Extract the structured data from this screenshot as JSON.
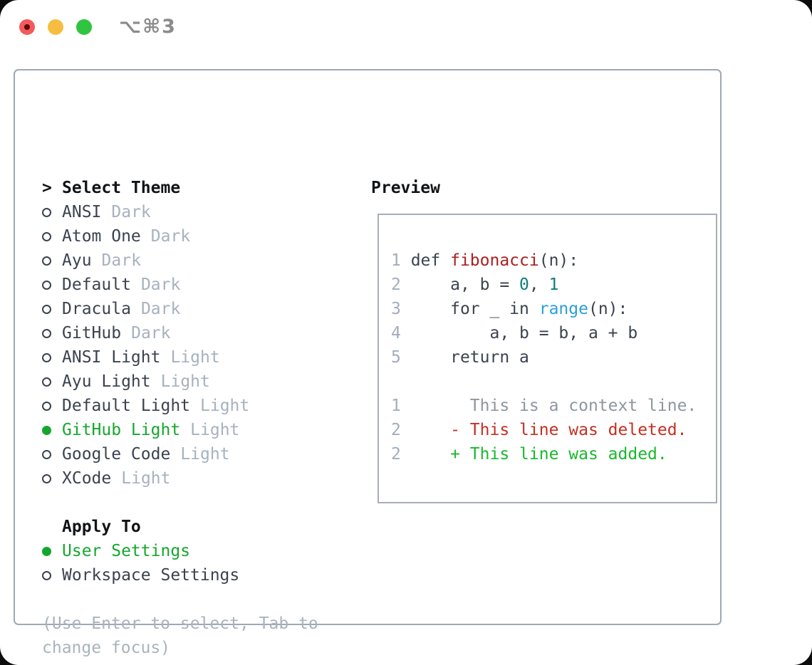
{
  "window": {
    "title": "⌥⌘3",
    "traffic_lights": {
      "close": "close",
      "minimize": "minimize",
      "zoom": "zoom"
    }
  },
  "theme_panel": {
    "header": {
      "cursor": ">",
      "label": "Select Theme"
    },
    "themes": [
      {
        "name": "ANSI",
        "variant": "Dark",
        "selected": false
      },
      {
        "name": "Atom One",
        "variant": "Dark",
        "selected": false
      },
      {
        "name": "Ayu",
        "variant": "Dark",
        "selected": false
      },
      {
        "name": "Default",
        "variant": "Dark",
        "selected": false
      },
      {
        "name": "Dracula",
        "variant": "Dark",
        "selected": false
      },
      {
        "name": "GitHub",
        "variant": "Dark",
        "selected": false
      },
      {
        "name": "ANSI Light",
        "variant": "Light",
        "selected": false
      },
      {
        "name": "Ayu Light",
        "variant": "Light",
        "selected": false
      },
      {
        "name": "Default Light",
        "variant": "Light",
        "selected": false
      },
      {
        "name": "GitHub Light",
        "variant": "Light",
        "selected": true
      },
      {
        "name": "Google Code",
        "variant": "Light",
        "selected": false
      },
      {
        "name": "XCode",
        "variant": "Light",
        "selected": false
      }
    ],
    "apply_to": {
      "header": "Apply To",
      "options": [
        {
          "label": "User Settings",
          "selected": true
        },
        {
          "label": "Workspace Settings",
          "selected": false
        }
      ]
    },
    "hint_lines": [
      "(Use Enter to select, Tab to",
      "change focus)"
    ]
  },
  "preview": {
    "header": "Preview",
    "code_lines": [
      [
        {
          "t": "1 ",
          "c": "num"
        },
        {
          "t": "def ",
          "c": "plain"
        },
        {
          "t": "fibonacci",
          "c": "func"
        },
        {
          "t": "(n):",
          "c": "plain"
        }
      ],
      [
        {
          "t": "2 ",
          "c": "num"
        },
        {
          "t": "    a, b = ",
          "c": "plain"
        },
        {
          "t": "0",
          "c": "number"
        },
        {
          "t": ", ",
          "c": "plain"
        },
        {
          "t": "1",
          "c": "number"
        }
      ],
      [
        {
          "t": "3 ",
          "c": "num"
        },
        {
          "t": "    for _ in ",
          "c": "plain"
        },
        {
          "t": "range",
          "c": "builtin"
        },
        {
          "t": "(n):",
          "c": "plain"
        }
      ],
      [
        {
          "t": "4 ",
          "c": "num"
        },
        {
          "t": "        a, b = b, a + b",
          "c": "plain"
        }
      ],
      [
        {
          "t": "5 ",
          "c": "num"
        },
        {
          "t": "    return a",
          "c": "plain"
        }
      ],
      [],
      [
        {
          "t": "1 ",
          "c": "num"
        },
        {
          "t": "      This is a context line.",
          "c": "ctx"
        }
      ],
      [
        {
          "t": "2 ",
          "c": "num"
        },
        {
          "t": "    - This line was deleted.",
          "c": "del"
        }
      ],
      [
        {
          "t": "2 ",
          "c": "num"
        },
        {
          "t": "    + This line was added.",
          "c": "add"
        }
      ]
    ]
  },
  "colors": {
    "trafficRed": "#f4595b",
    "trafficRedDot": "#5c0902",
    "trafficYellow": "#f5be40",
    "trafficGreen": "#30c441",
    "titleGray": "#8b8b8b",
    "panelBorder": "#9ea8b3",
    "boxBorder": "#a8aeb9",
    "headerBlack": "#111417",
    "nameDark": "#3b434f",
    "variantGray": "#a7b1bf",
    "selectedGreen": "#15a72d",
    "hintGray": "#a9b3bd",
    "lineNum": "#a2adbc",
    "codePlain": "#3b434f",
    "codeFunc": "#ab201f",
    "codeNumber": "#0e7d7e",
    "codeBuiltin": "#2c9fd8",
    "diffCtx": "#8e969e",
    "diffDel": "#c52f21",
    "diffAdd": "#18b92d"
  }
}
